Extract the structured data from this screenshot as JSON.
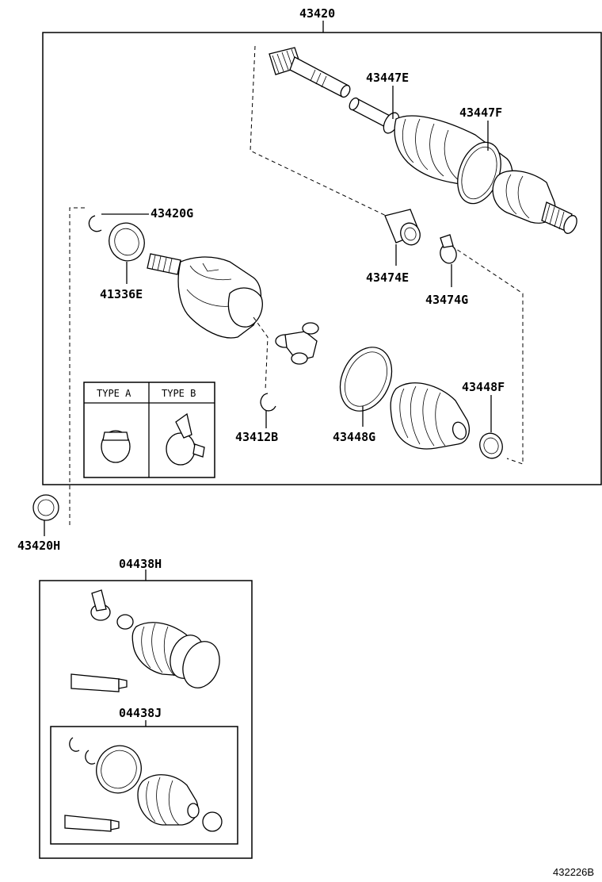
{
  "labels": {
    "assembly": "43420",
    "inboard_snap_ring": "43420G",
    "dust_seal": "41336E",
    "outboard_joint_assy": "43447E",
    "outboard_boot_clamp_large": "43447F",
    "dynamic_damper": "43474E",
    "damper_clamp": "43474G",
    "tripod_snap_ring": "43412B",
    "inboard_boot_clamp_small": "43448F",
    "inboard_boot_clamp_large": "43448G",
    "bearing_outer": "43420H",
    "boot_kit_outboard": "04438H",
    "boot_kit_inboard": "04438J",
    "diagram_code": "432226B"
  },
  "types": {
    "a": "TYPE A",
    "b": "TYPE B"
  }
}
